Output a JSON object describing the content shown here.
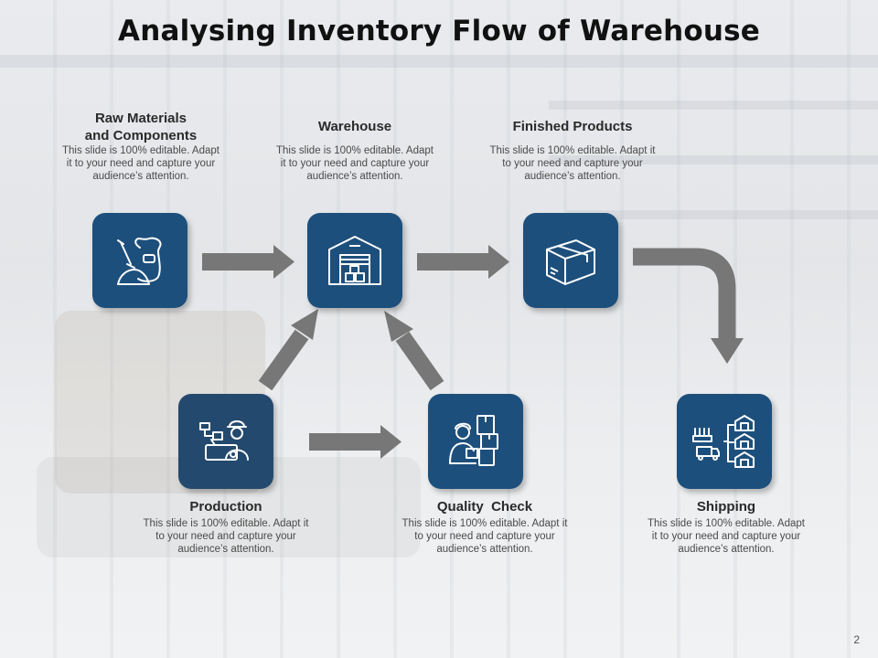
{
  "title": "Analysing Inventory Flow of Warehouse",
  "page_number": "2",
  "nodes": {
    "raw": {
      "label_line1": "Raw Materials",
      "label_line2": "and Components",
      "desc_line1": "This slide is 100% editable. Adapt",
      "desc_line2": "it to your need and capture your",
      "desc_line3": "audience’s attention.",
      "icon": "sack-shovel-icon"
    },
    "warehouse": {
      "label": "Warehouse",
      "desc_line1": "This slide is 100% editable. Adapt",
      "desc_line2": "it to your need and capture your",
      "desc_line3": "audience’s attention.",
      "icon": "warehouse-icon"
    },
    "finished": {
      "label": "Finished Products",
      "desc_line1": "This slide is 100% editable. Adapt it",
      "desc_line2": "to your need and capture your",
      "desc_line3": "audience’s attention.",
      "icon": "box-icon"
    },
    "production": {
      "label": "Production",
      "desc_line1": "This slide is 100% editable. Adapt it",
      "desc_line2": "to your need and capture your",
      "desc_line3": "audience’s attention.",
      "icon": "worker-machine-icon"
    },
    "quality": {
      "label": "Quality  Check",
      "desc_line1": "This slide is 100% editable. Adapt it",
      "desc_line2": "to your need and capture your",
      "desc_line3": "audience’s attention.",
      "icon": "inspector-icon"
    },
    "shipping": {
      "label": "Shipping",
      "desc_line1": "This slide is 100% editable. Adapt",
      "desc_line2": "it to your need and capture your",
      "desc_line3": "audience’s attention.",
      "icon": "distribution-icon"
    }
  },
  "colors": {
    "tile": "#1d4f7c",
    "arrow": "#777777",
    "title": "#111111"
  }
}
